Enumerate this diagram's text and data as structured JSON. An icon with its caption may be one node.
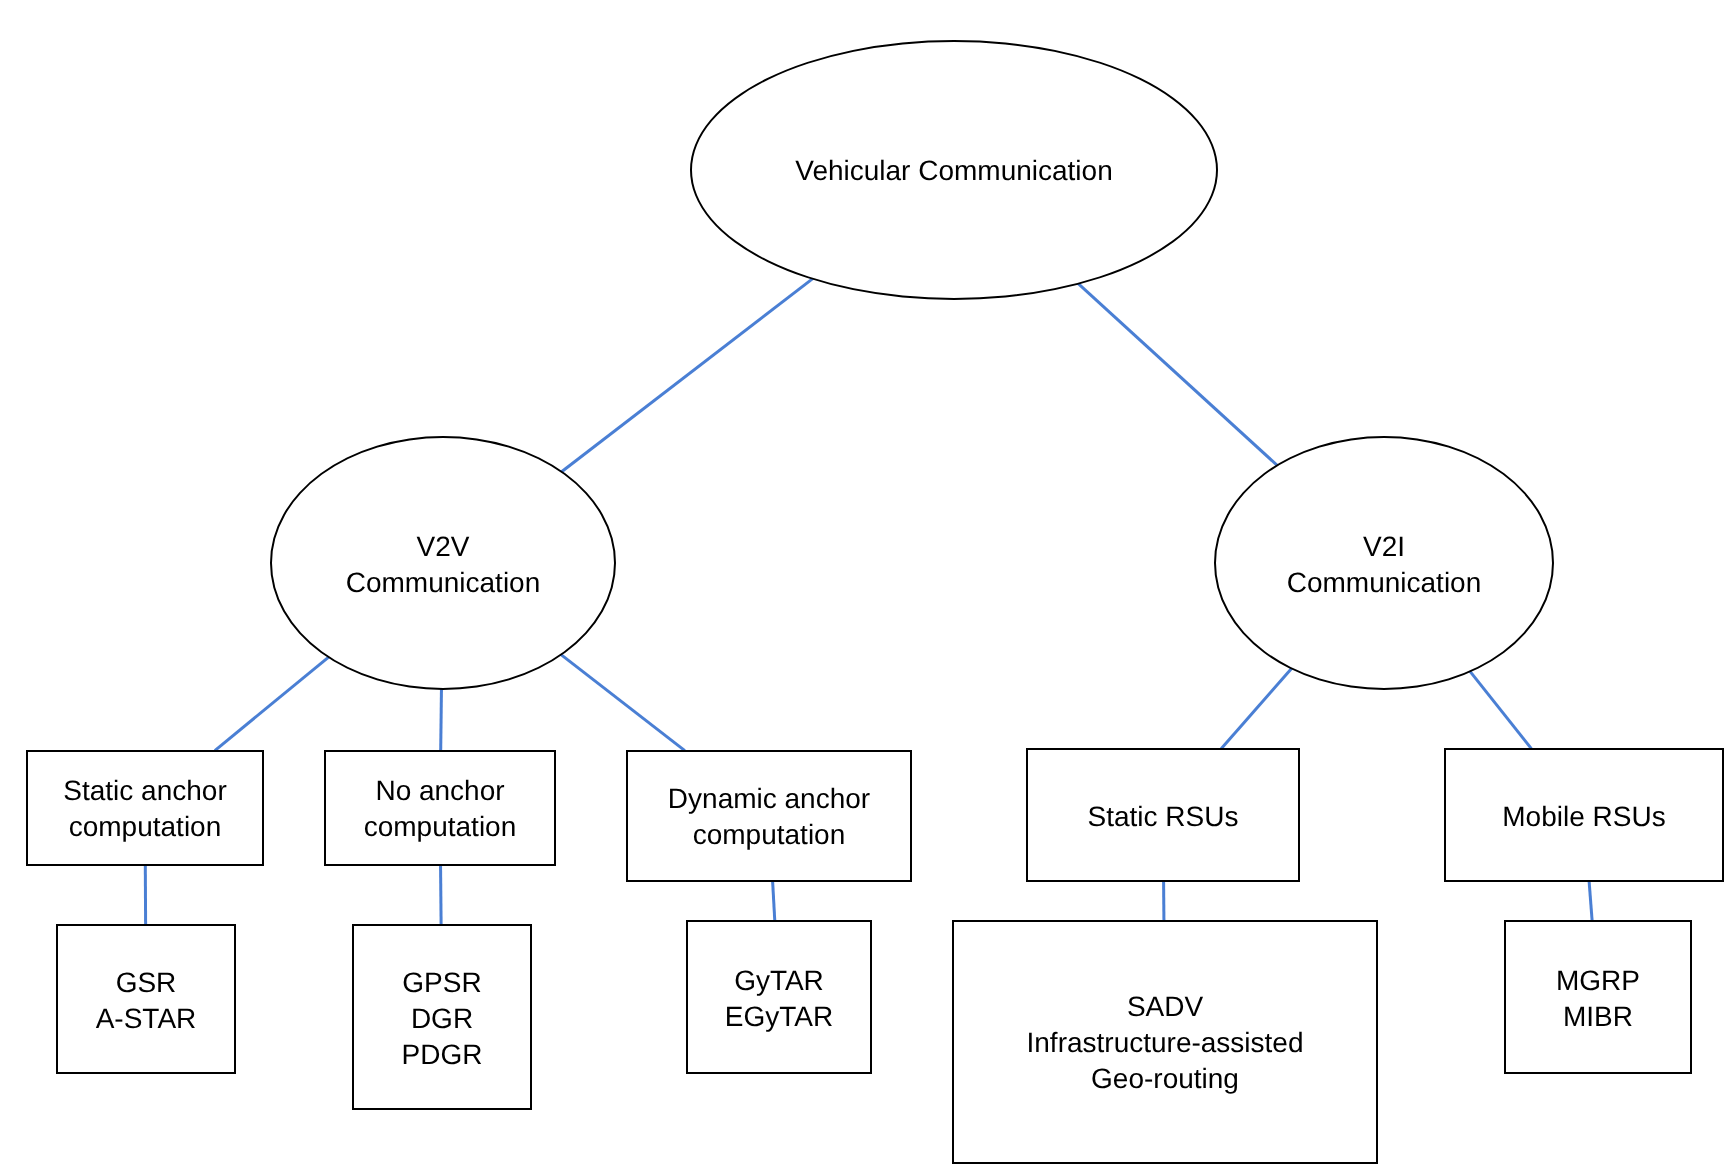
{
  "diagram": {
    "nodes": [
      {
        "text": [
          "Vehicular Communication"
        ]
      },
      {
        "text": [
          "V2V Communication"
        ]
      },
      {
        "text": [
          "V2I Communication"
        ]
      },
      {
        "text": [
          "Static anchor computation"
        ]
      },
      {
        "text": [
          "No anchor computation"
        ]
      },
      {
        "text": [
          "Dynamic anchor computation"
        ]
      },
      {
        "text": [
          "Static RSUs"
        ]
      },
      {
        "text": [
          "Mobile RSUs"
        ]
      },
      {
        "text": [
          "GSR",
          "A-STAR"
        ]
      },
      {
        "text": [
          "GPSR",
          "DGR",
          "PDGR"
        ]
      },
      {
        "text": [
          "GyTAR",
          "EGyTAR"
        ]
      },
      {
        "text": [
          "SADV",
          "Infrastructure-assisted Geo-routing"
        ]
      },
      {
        "text": [
          "MGRP",
          "MIBR"
        ]
      }
    ],
    "edges": [
      {
        "from": 0,
        "to": 1,
        "arrow": "none"
      },
      {
        "from": 0,
        "to": 2,
        "arrow": "none"
      },
      {
        "from": 1,
        "to": 3,
        "arrow": "none"
      },
      {
        "from": 1,
        "to": 4,
        "arrow": "none"
      },
      {
        "from": 1,
        "to": 5,
        "arrow": "none"
      },
      {
        "from": 2,
        "to": 6,
        "arrow": "none"
      },
      {
        "from": 2,
        "to": 7,
        "arrow": "none"
      },
      {
        "from": 3,
        "to": 8,
        "arrow": "none"
      },
      {
        "from": 4,
        "to": 9,
        "arrow": "none"
      },
      {
        "from": 5,
        "to": 10,
        "arrow": "none"
      },
      {
        "from": 6,
        "to": 11,
        "arrow": "none"
      },
      {
        "from": 7,
        "to": 12,
        "arrow": "none"
      }
    ]
  }
}
